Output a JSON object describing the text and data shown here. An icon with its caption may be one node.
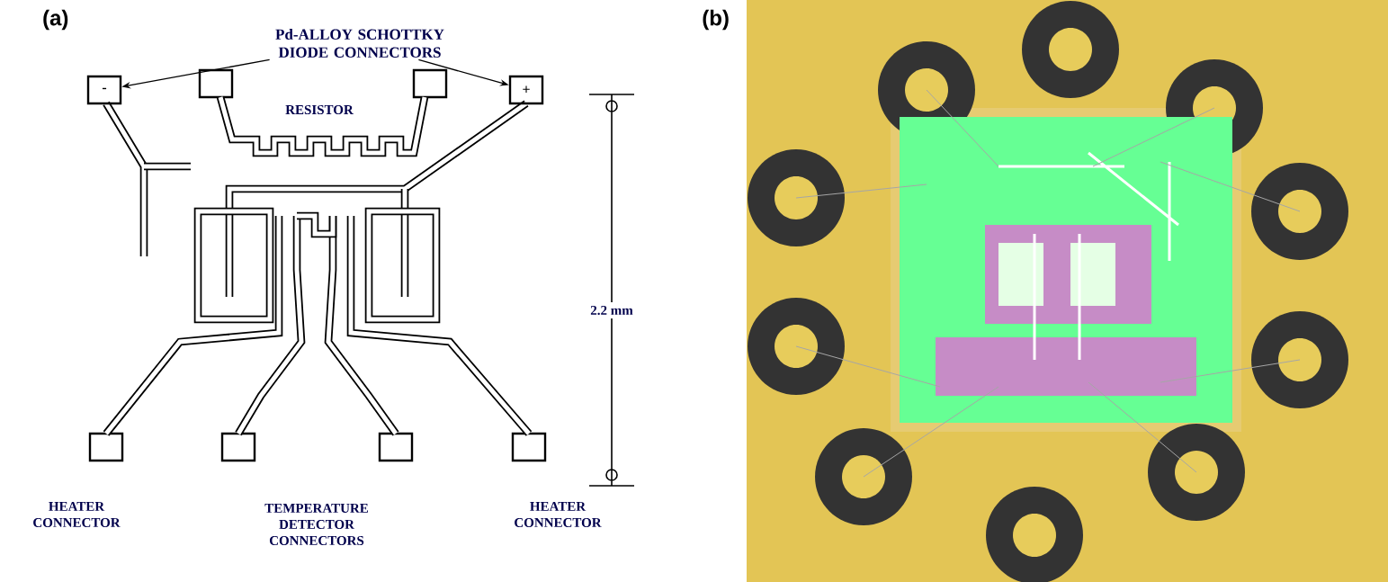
{
  "diagram": {
    "nodes": [
      {
        "text": [
          "Pd-ALLOY SCHOTTKY DIODE CONNECTORS"
        ]
      },
      {
        "text": [
          "-"
        ]
      },
      {
        "text": [
          "+"
        ]
      }
    ],
    "edges": [
      {
        "from": 0,
        "to": 1,
        "arrow": "to"
      },
      {
        "from": 0,
        "to": 2,
        "arrow": "to"
      }
    ],
    "labels": [
      "(a)",
      "(b)",
      "RESISTOR",
      "2.2 mm",
      "HEATER CONNECTOR",
      "TEMPERATURE DETECTOR CONNECTORS",
      "HEATER CONNECTOR"
    ]
  }
}
